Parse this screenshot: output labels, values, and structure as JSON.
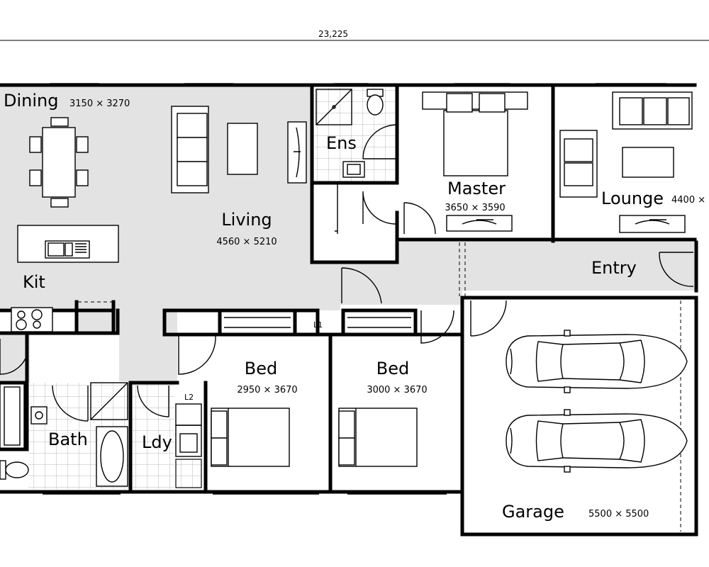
{
  "overall": {
    "dimension": "23,225"
  },
  "rooms": {
    "dining": {
      "name": "Dining",
      "size": "3150 × 3270"
    },
    "living": {
      "name": "Living",
      "size": "4560 × 5210"
    },
    "kitchen": {
      "name": "Kit"
    },
    "ensuite": {
      "name": "Ens"
    },
    "master": {
      "name": "Master",
      "size": "3650 × 3590"
    },
    "lounge": {
      "name": "Lounge",
      "size": "4400 × "
    },
    "entry": {
      "name": "Entry"
    },
    "bed2": {
      "name": "Bed",
      "size": "2950 × 3670"
    },
    "bed3": {
      "name": "Bed",
      "size": "3000 × 3670"
    },
    "bath": {
      "name": "Bath"
    },
    "laundry": {
      "name": "Ldy"
    },
    "garage": {
      "name": "Garage",
      "size": "5500 × 5500"
    }
  },
  "tags": {
    "linen1": "L1",
    "linen2": "L2"
  },
  "colors": {
    "wall": "#000000",
    "floor_shade": "#e3e3e3",
    "tile_grid": "#b8b8b8"
  },
  "icons": [
    "bed-icon",
    "sofa-icon",
    "dining-table-icon",
    "sink-icon",
    "cooktop-icon",
    "toilet-icon",
    "bathtub-icon",
    "shower-icon",
    "car-icon",
    "tv-icon",
    "door-swing-icon"
  ]
}
